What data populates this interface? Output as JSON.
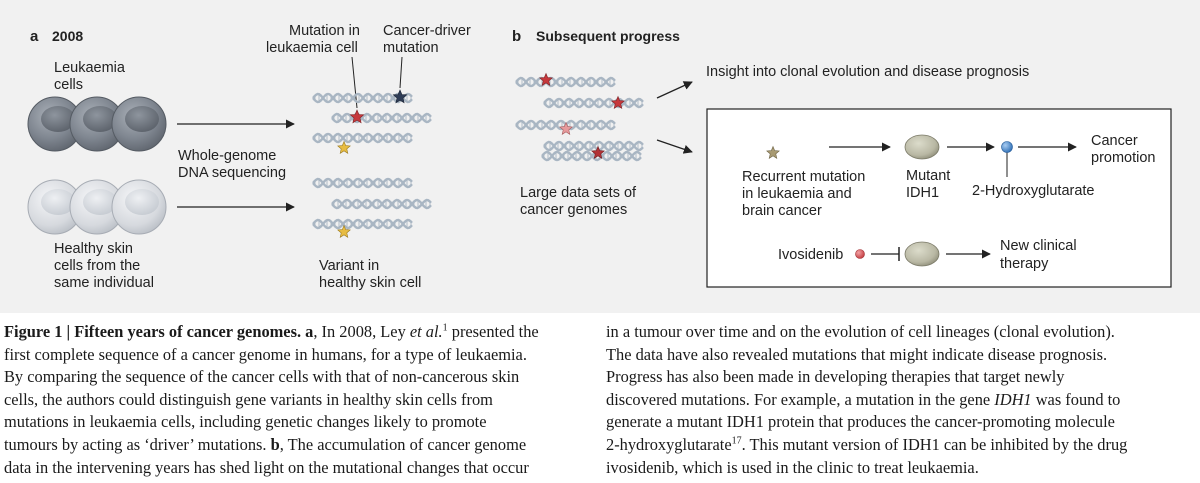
{
  "panel_a": {
    "letter": "a",
    "title": "2008",
    "leukaemia_cells_label": [
      "Leukaemia",
      "cells"
    ],
    "healthy_cells_label": [
      "Healthy skin",
      "cells from the",
      "same individual"
    ],
    "sequencing_label": [
      "Whole-genome",
      "DNA sequencing"
    ],
    "mutation_label": [
      "Mutation in",
      "leukaemia cell"
    ],
    "driver_label": [
      "Cancer-driver",
      "mutation"
    ],
    "variant_label": [
      "Variant in",
      "healthy skin cell"
    ]
  },
  "panel_b": {
    "letter": "b",
    "title": "Subsequent progress",
    "datasets_label": [
      "Large data sets of",
      "cancer genomes"
    ],
    "insight_label": "Insight into clonal evolution and disease prognosis",
    "recurrent_label": [
      "Recurrent mutation",
      "in leukaemia and",
      "brain cancer"
    ],
    "mutant_label": [
      "Mutant",
      "IDH1"
    ],
    "hydroxy_label": "2-Hydroxyglutarate",
    "cancer_promotion_label": [
      "Cancer",
      "promotion"
    ],
    "ivosidenib_label": "Ivosidenib",
    "new_therapy_label": [
      "New clinical",
      "therapy"
    ]
  },
  "colors": {
    "background": "#f1f1f1",
    "cell_dark": "#7f8690",
    "cell_light": "#d6d9de",
    "dna": "#a9b6c3",
    "star_red": "#c6383c",
    "star_navy": "#2f3d57",
    "star_yellow": "#e7bc42",
    "star_pink": "#e79a9c",
    "star_olive": "#a89a72",
    "protein": "#b9b8a4",
    "metabolite_blue": "#4f8fd1",
    "drug_red": "#d9575b"
  },
  "caption": {
    "left_lines": [
      [
        {
          "t": "Figure 1 | Fifteen years of cancer genomes.",
          "b": 1
        },
        {
          "t": "  "
        },
        {
          "t": "a",
          "b": 1
        },
        {
          "t": ", In 2008, Ley "
        },
        {
          "t": "et al.",
          "i": 1
        },
        {
          "t": "1",
          "sup": 1
        },
        {
          "t": " presented the"
        }
      ],
      [
        {
          "t": "first complete sequence of a cancer genome in humans, for a type of leukaemia."
        }
      ],
      [
        {
          "t": "By comparing the sequence of the cancer cells with that of non-cancerous skin"
        }
      ],
      [
        {
          "t": "cells, the authors could distinguish gene variants in healthy skin cells from"
        }
      ],
      [
        {
          "t": "mutations in leukaemia cells, including genetic changes likely to promote"
        }
      ],
      [
        {
          "t": "tumours by acting as ‘driver’ mutations. "
        },
        {
          "t": "b",
          "b": 1
        },
        {
          "t": ", The accumulation of cancer genome"
        }
      ],
      [
        {
          "t": "data in the intervening years has shed light on the mutational changes that occur"
        }
      ]
    ],
    "right_lines": [
      [
        {
          "t": "in a tumour over time and on the evolution of cell lineages (clonal evolution)."
        }
      ],
      [
        {
          "t": "The data have also revealed mutations that might indicate disease prognosis."
        }
      ],
      [
        {
          "t": "Progress has also been made in developing therapies that target newly"
        }
      ],
      [
        {
          "t": "discovered mutations. For example, a mutation in the gene "
        },
        {
          "t": "IDH1",
          "i": 1
        },
        {
          "t": " was found to"
        }
      ],
      [
        {
          "t": "generate a mutant IDH1 protein that produces the cancer-promoting molecule"
        }
      ],
      [
        {
          "t": "2-hydroxyglutarate"
        },
        {
          "t": "17",
          "sup": 1
        },
        {
          "t": ". This mutant version of IDH1 can be inhibited by the drug"
        }
      ],
      [
        {
          "t": "ivosidenib, which is used in the clinic to treat leukaemia."
        }
      ]
    ]
  }
}
